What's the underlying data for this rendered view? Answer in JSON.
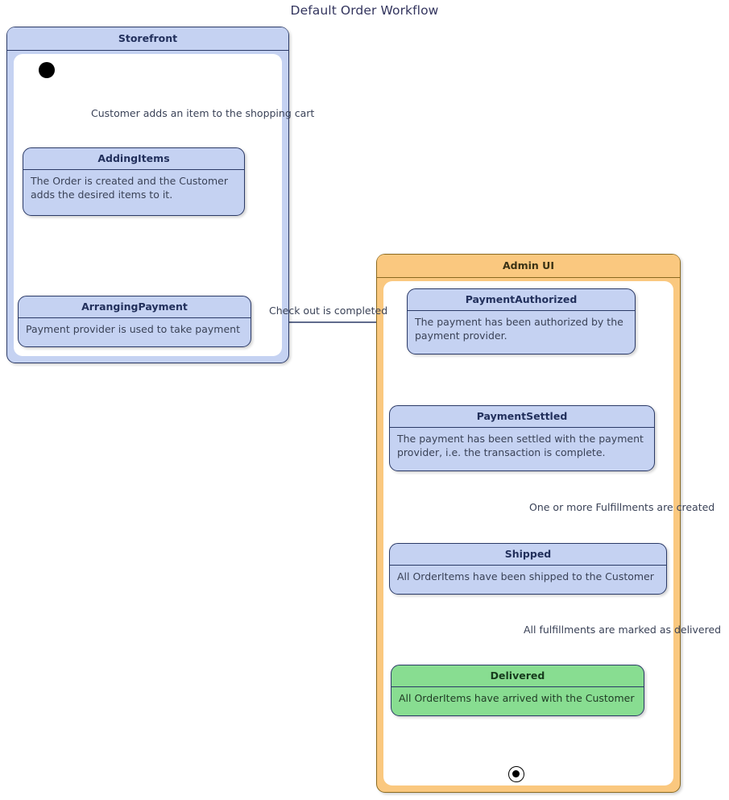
{
  "diagram": {
    "title": "Default Order Workflow",
    "type": "uml-state-machine",
    "colors": {
      "state_fill": "#c5d2f2",
      "state_border": "#2b3a67",
      "final_state_fill": "#88dd91",
      "storefront_header": "#c5d2f2",
      "adminui_header": "#fac87f",
      "adminui_border": "#8a6a20",
      "text": "#3a4257",
      "title_text": "#33355e",
      "edge": "#2b3a67"
    },
    "containers": [
      {
        "id": "storefront",
        "label": "Storefront",
        "states": [
          "initial",
          "AddingItems",
          "ArrangingPayment"
        ]
      },
      {
        "id": "adminui",
        "label": "Admin UI",
        "states": [
          "PaymentAuthorized",
          "PaymentSettled",
          "Shipped",
          "Delivered",
          "final"
        ]
      }
    ],
    "states": {
      "initial": {
        "kind": "initial-pseudostate",
        "label": ""
      },
      "adding_items": {
        "name": "AddingItems",
        "description": "The Order is created and the Customer adds the desired items to it."
      },
      "arranging_payment": {
        "name": "ArrangingPayment",
        "description": "Payment provider is used to take payment"
      },
      "payment_authorized": {
        "name": "PaymentAuthorized",
        "description": "The payment has been authorized by the payment provider."
      },
      "payment_settled": {
        "name": "PaymentSettled",
        "description": "The payment has been settled with the payment provider, i.e. the transaction is complete."
      },
      "shipped": {
        "name": "Shipped",
        "description": "All OrderItems have been shipped to the Customer"
      },
      "delivered": {
        "name": "Delivered",
        "description": "All OrderItems have arrived with the Customer"
      },
      "final": {
        "kind": "final-state",
        "label": ""
      }
    },
    "transitions": [
      {
        "id": "t1",
        "from": "initial",
        "to": "AddingItems",
        "label": "Customer adds an item to the shopping cart"
      },
      {
        "id": "t2",
        "from": "AddingItems",
        "to": "ArrangingPayment",
        "label": ""
      },
      {
        "id": "t3",
        "from": "ArrangingPayment",
        "to": "PaymentAuthorized",
        "label": "Check out is completed"
      },
      {
        "id": "t4",
        "from": "PaymentAuthorized",
        "to": "PaymentSettled",
        "label": ""
      },
      {
        "id": "t5",
        "from": "PaymentSettled",
        "to": "Shipped",
        "label": "One or more Fulfillments are created"
      },
      {
        "id": "t6",
        "from": "Shipped",
        "to": "Delivered",
        "label": "All fulfillments are marked as delivered"
      },
      {
        "id": "t7",
        "from": "Delivered",
        "to": "final",
        "label": ""
      }
    ]
  }
}
